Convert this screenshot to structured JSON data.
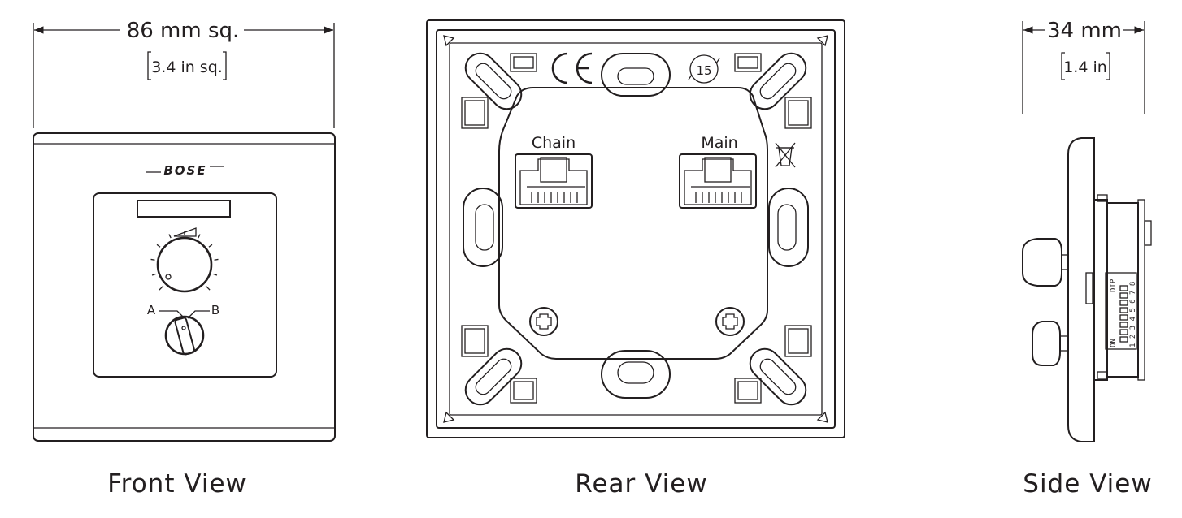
{
  "front": {
    "dimension": "86 mm sq.",
    "dimension_imperial": "3.4 in sq.",
    "logo": "BOSE",
    "label_a": "A",
    "label_b": "B",
    "caption": "Front View"
  },
  "rear": {
    "port_chain": "Chain",
    "port_main": "Main",
    "rating_mark": "15",
    "caption": "Rear View"
  },
  "side": {
    "dimension": "34 mm",
    "dimension_imperial": "1.4 in",
    "dip_label": "DIP",
    "on_label": "ON",
    "dip_numbers": "1 2 3 4 5 6 7 8",
    "caption": "Side View"
  }
}
